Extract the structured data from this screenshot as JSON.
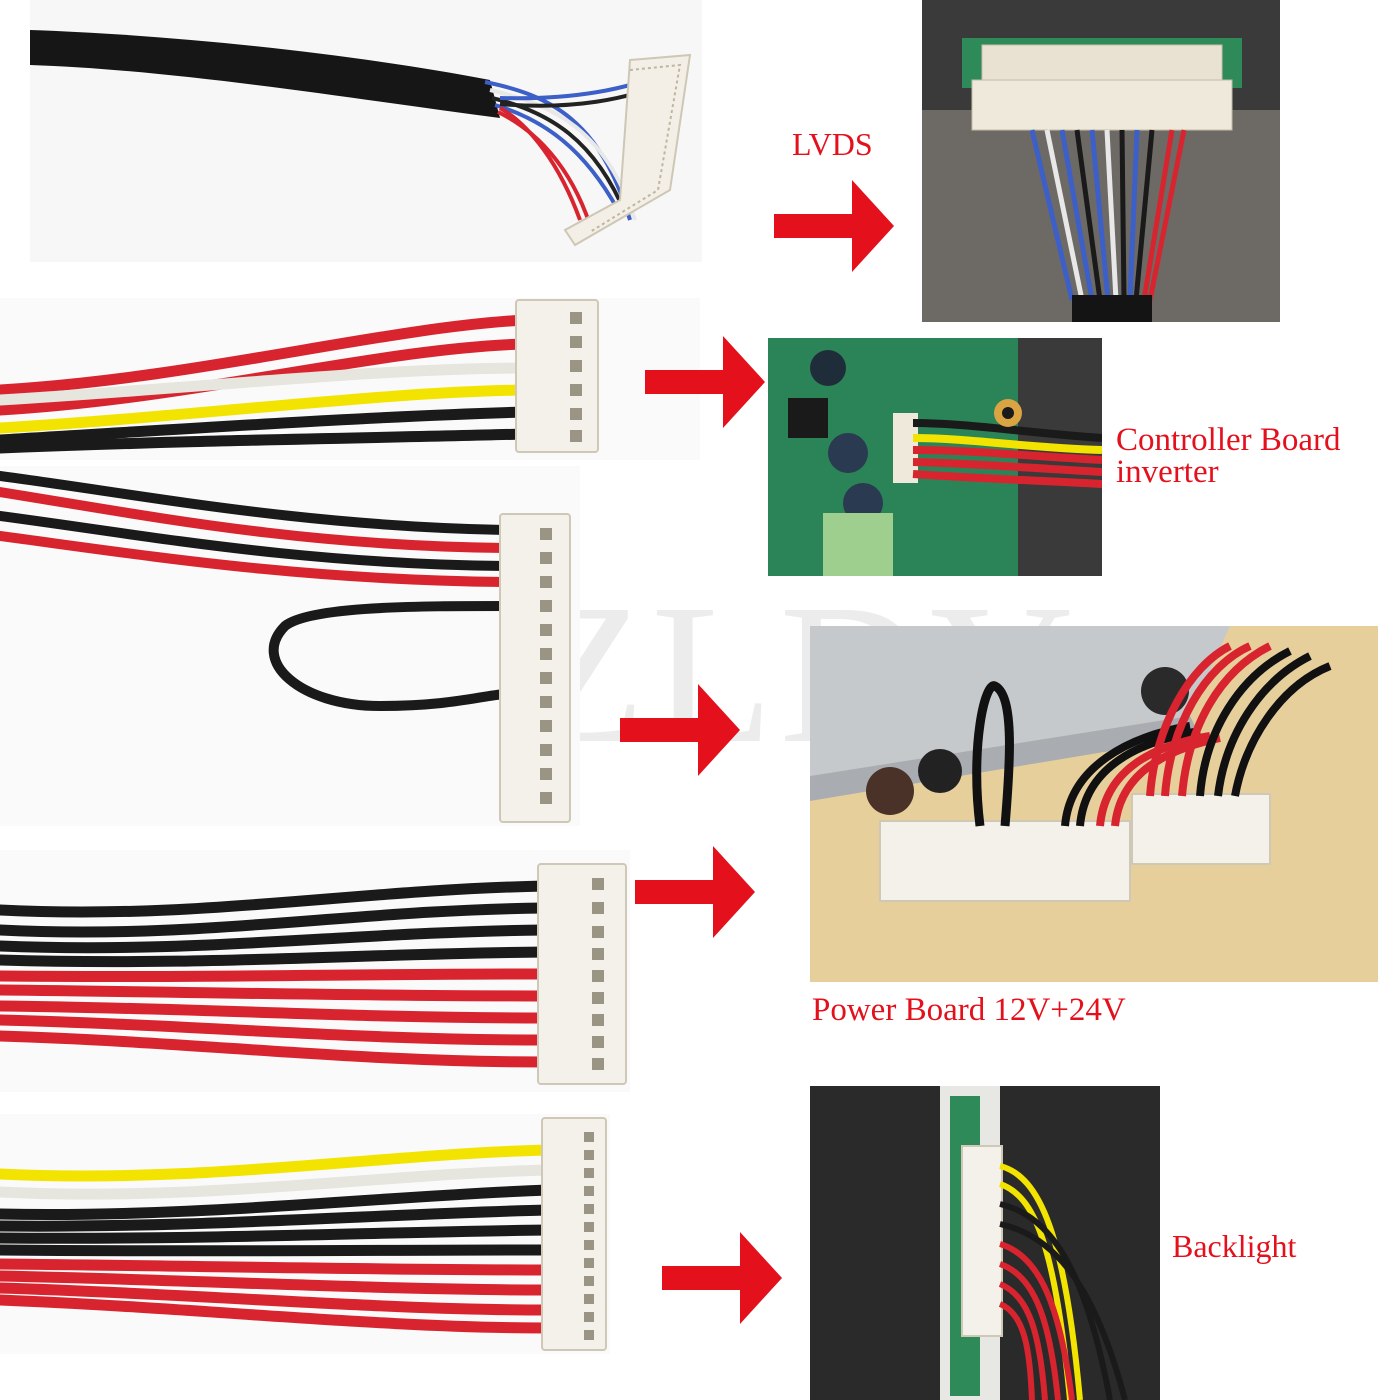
{
  "labels": {
    "lvds": "LVDS",
    "controller_line1": "Controller Board",
    "controller_line2": "inverter",
    "power_board": "Power Board 12V+24V",
    "backlight": "Backlight"
  },
  "watermark": "GIZLDY",
  "colors": {
    "label_red": "#e4101b",
    "arrow_red": "#e4101b",
    "wire_red": "#d8242f",
    "wire_black": "#1a1a1a",
    "wire_yellow": "#f2e400",
    "wire_white": "#e6e6df",
    "wire_blue": "#3c5fc8",
    "pcb_green": "#2f8a5a",
    "power_board_tan": "#e7cf9c"
  }
}
